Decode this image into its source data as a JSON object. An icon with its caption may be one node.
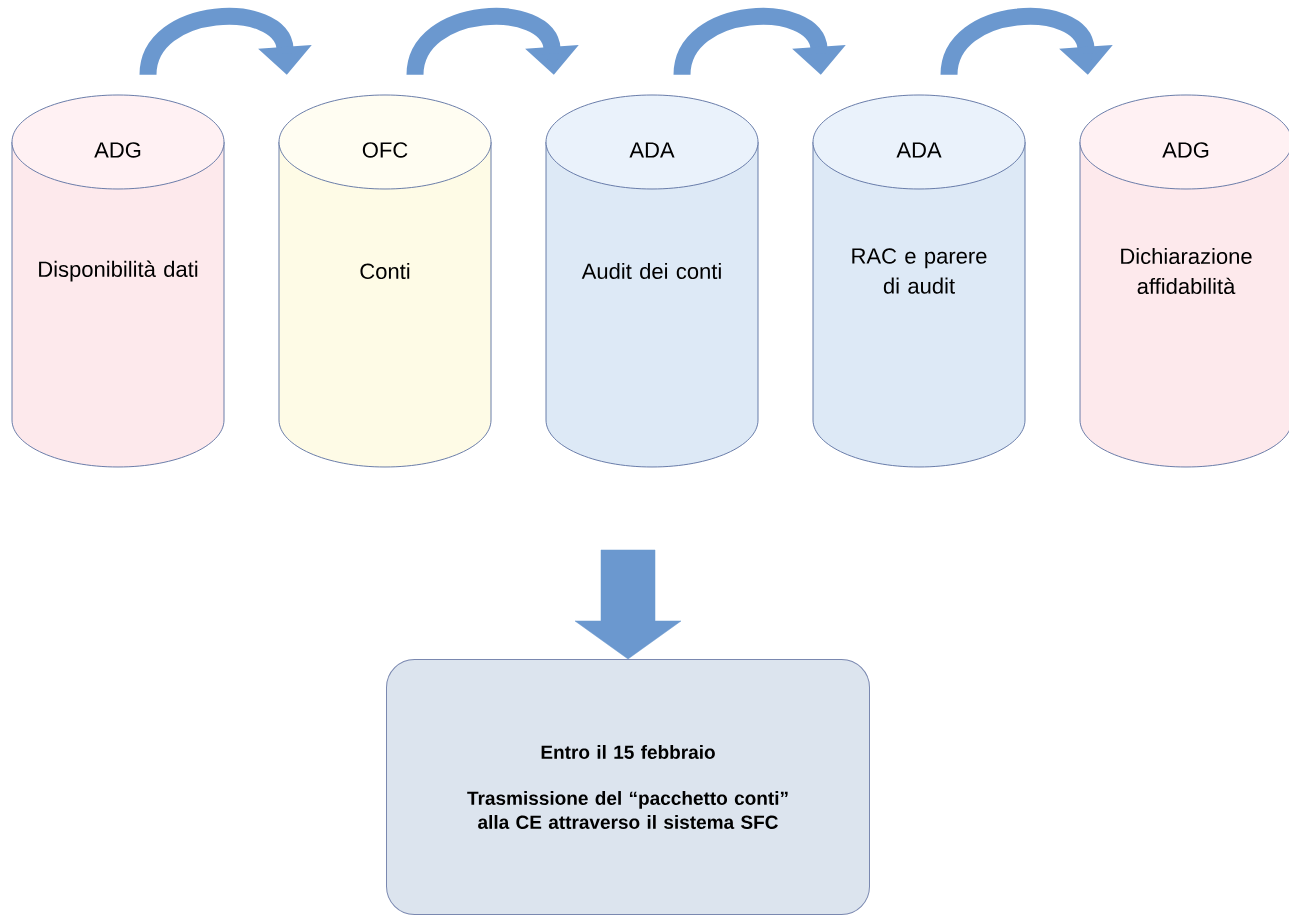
{
  "diagram": {
    "nodes": [
      {
        "text": [
          "ADG",
          "Disponibilità dati"
        ]
      },
      {
        "text": [
          "OFC",
          "Conti"
        ]
      },
      {
        "text": [
          "ADA",
          "Audit dei conti"
        ]
      },
      {
        "text": [
          "ADA",
          "RAC e parere di audit"
        ]
      },
      {
        "text": [
          "ADG",
          "Dichiarazione affidabilità"
        ]
      },
      {
        "text": [
          "Entro il 15 febbraio",
          "Trasmissione del “pacchetto conti” alla CE attraverso il sistema SFC"
        ]
      }
    ],
    "edges": [
      {
        "from": 0,
        "to": 1,
        "arrow": "to"
      },
      {
        "from": 1,
        "to": 2,
        "arrow": "to"
      },
      {
        "from": 2,
        "to": 3,
        "arrow": "to"
      },
      {
        "from": 3,
        "to": 4,
        "arrow": "to"
      },
      {
        "from": null,
        "to": 5,
        "arrow": "to",
        "style": "thick"
      }
    ]
  }
}
